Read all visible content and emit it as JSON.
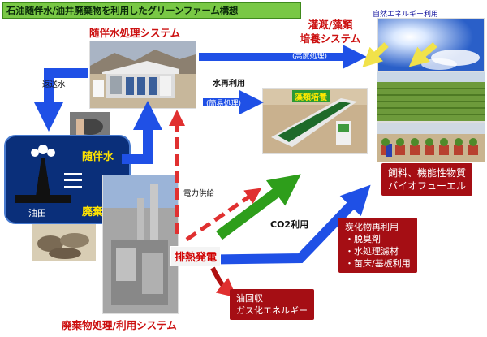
{
  "title": "石油随伴水/油井廃棄物を利用したグリーンファーム構想",
  "produced_water_system": "随伴水処理システム",
  "irrigation_title_line1": "灌漑/藻類",
  "irrigation_title_line2": "培養システム",
  "renewable_energy": "自然エネルギー利用",
  "advanced_treatment": "(高度処理)",
  "water_reuse": "水再利用",
  "algae_culture": "藻類培養",
  "simple_treatment": "(簡易処理)",
  "return_water": "返送水",
  "power_supply": "電力供給",
  "oilfield_box": {
    "produced_water": "随伴水",
    "waste": "廃棄物",
    "oilfield": "油田"
  },
  "co2_use": "CO2利用",
  "waste_heat_power": "排熱発電",
  "feed_box": {
    "line1": "飼料、機能性物質",
    "line2": "バイオフューエル"
  },
  "char_box": {
    "line1": "炭化物再利用",
    "line2": "・脱臭剤",
    "line3": "・水処理濾材",
    "line4": "・苗床/基板利用"
  },
  "oil_box": {
    "line1": "油回収",
    "line2": "ガス化エネルギー"
  },
  "waste_system": "廃棄物処理/利用システム",
  "colors": {
    "arrow_blue": "#1f50e6",
    "arrow_green": "#2e9e1b",
    "arrow_red": "#e03030",
    "box_red": "#a50e14",
    "title_green": "#79c845"
  }
}
